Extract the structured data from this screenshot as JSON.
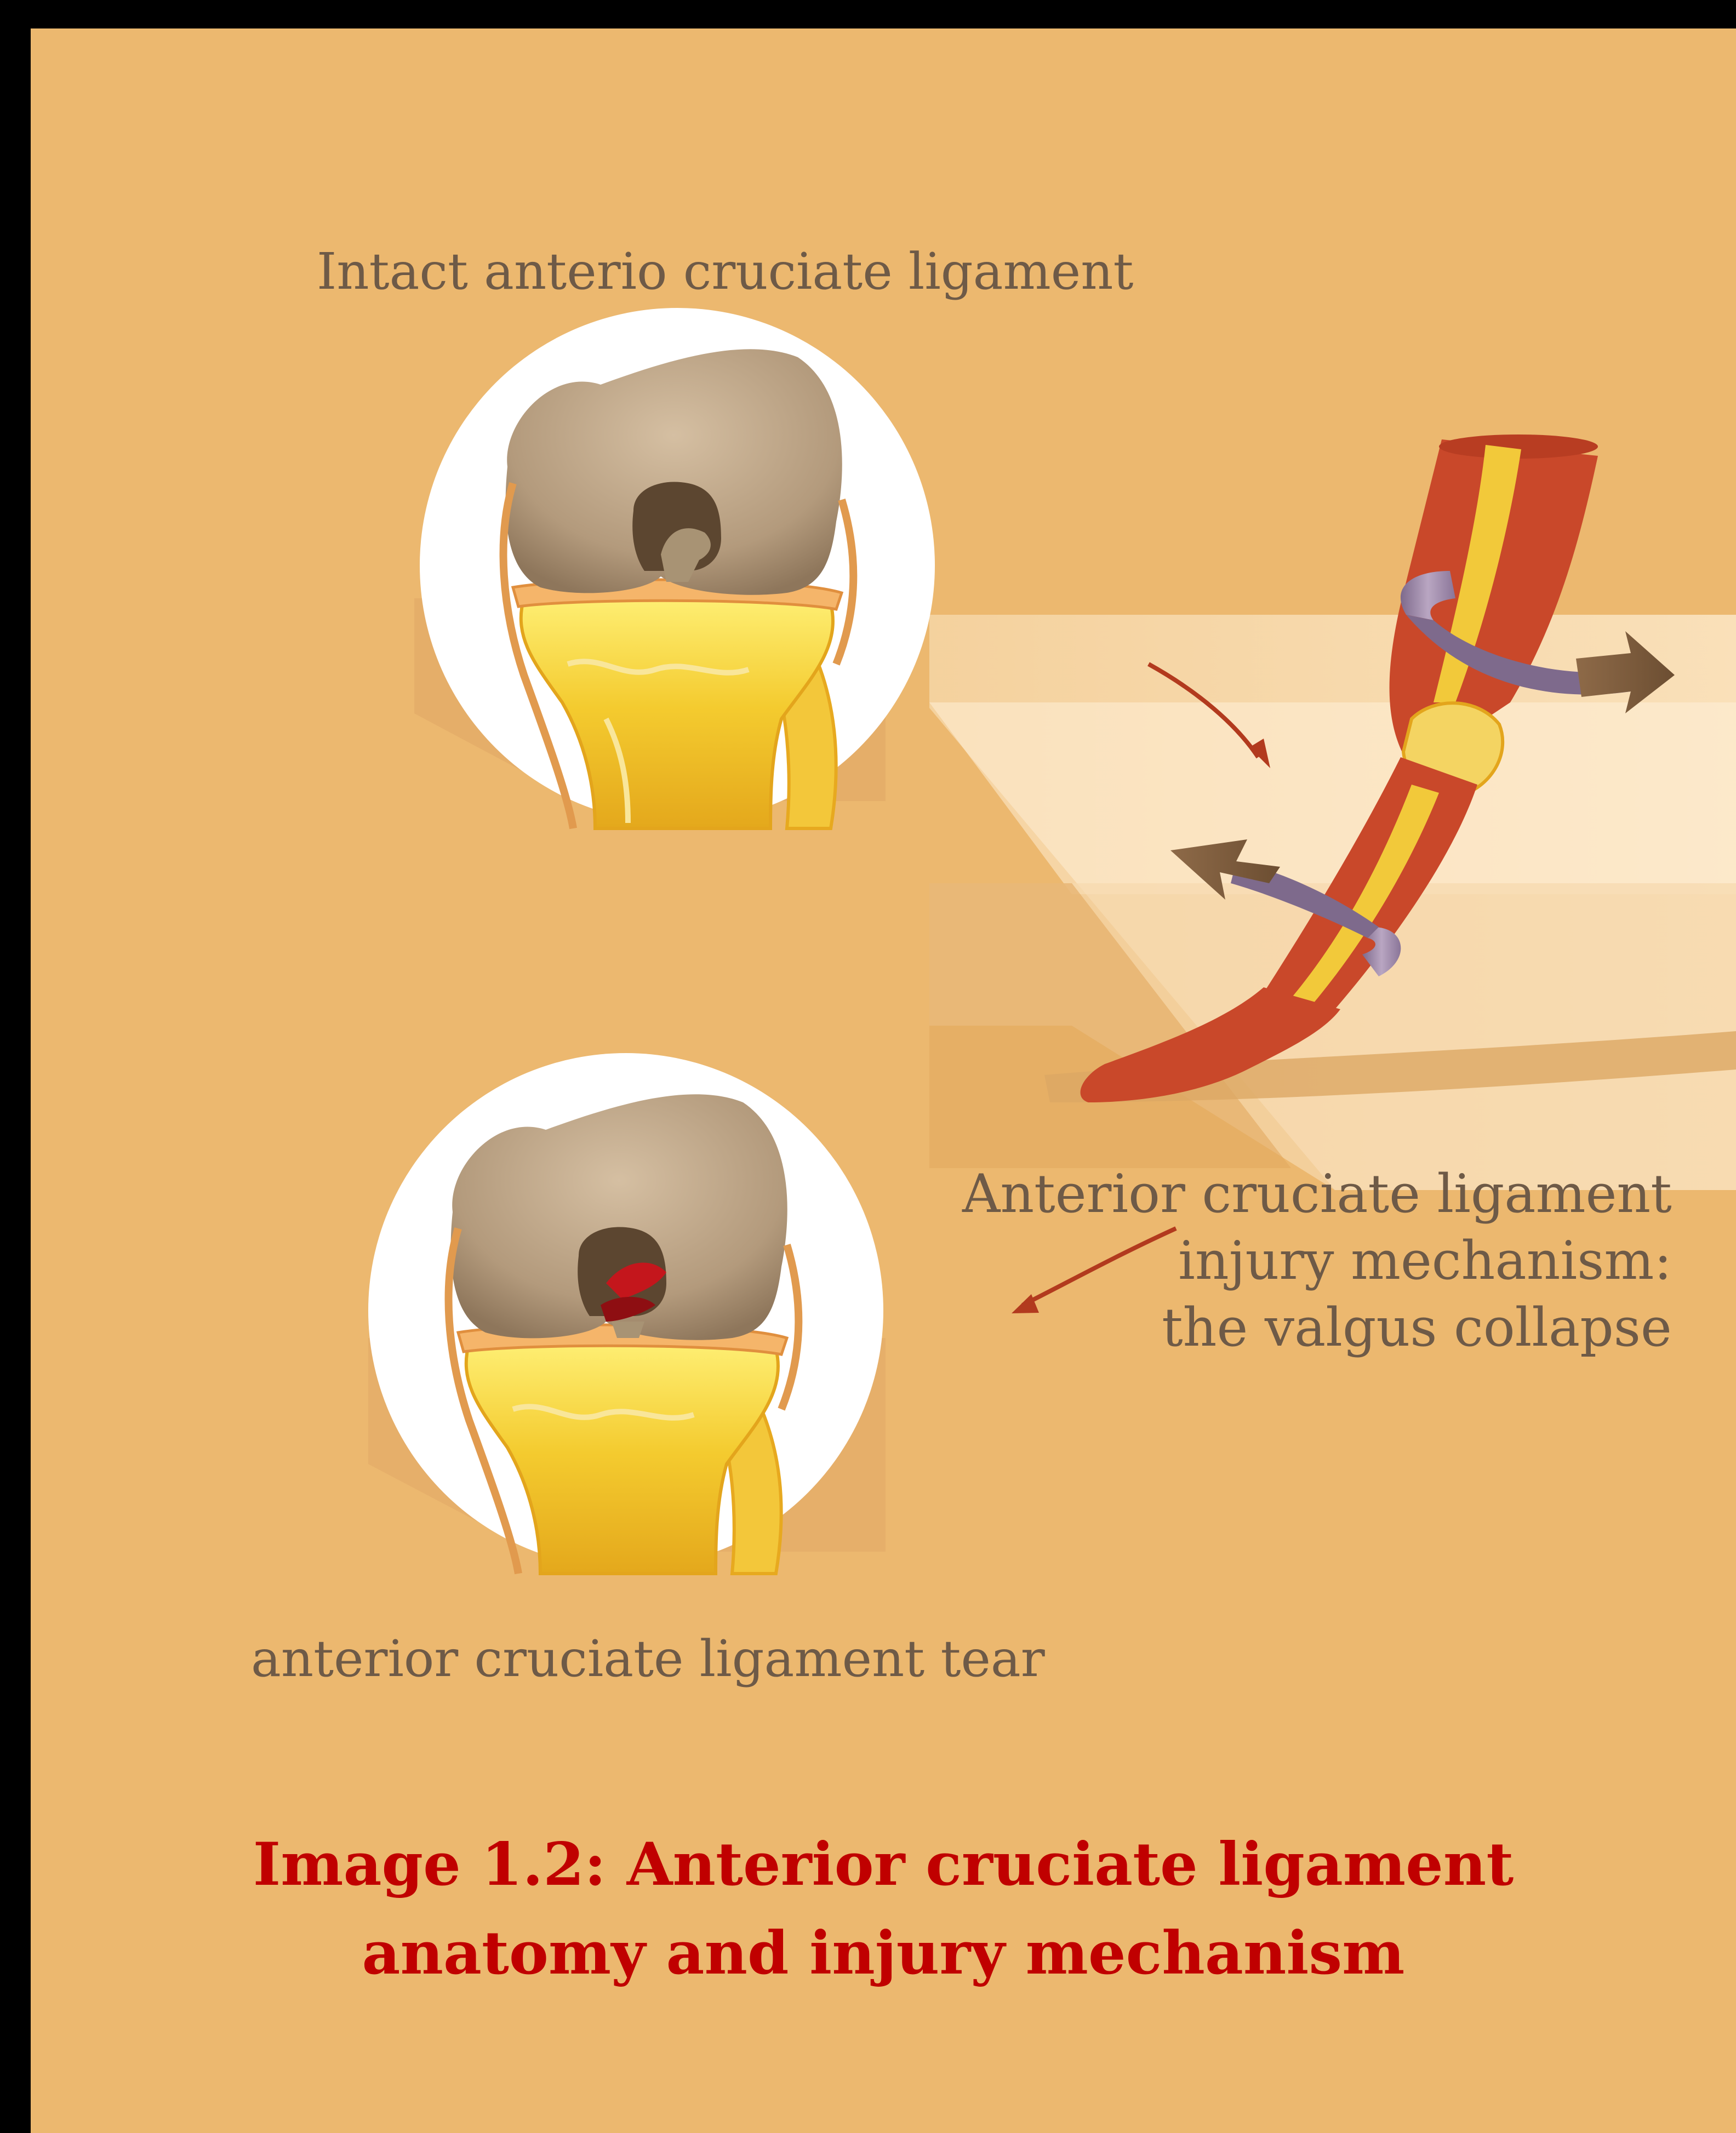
{
  "labels": {
    "intact": "Intact anterio cruciate ligament",
    "tear": "anterior cruciate ligament tear",
    "mechanism": [
      "Anterior cruciate ligament",
      "injury mechanism:",
      "the valgus collapse"
    ]
  },
  "caption": {
    "line1": "Image 1.2: Anterior cruciate ligament",
    "line2": "anatomy and injury mechanism"
  },
  "colors": {
    "background": "#ECB86F",
    "border": "#000000",
    "caption": "#C00000",
    "label_text": "#6E5A47",
    "leg": "#C9482A",
    "bone": "#F2C93A",
    "femur": "#B39A7C",
    "ligament_tear": "#C4161C",
    "rotation_band": "#9B86A6",
    "arrow_head": "#7A5A3A"
  },
  "icons": [
    "knee-joint-intact-illustration",
    "knee-joint-tear-illustration",
    "leg-valgus-illustration",
    "rotation-arrow-icon",
    "force-arrow-icon"
  ]
}
